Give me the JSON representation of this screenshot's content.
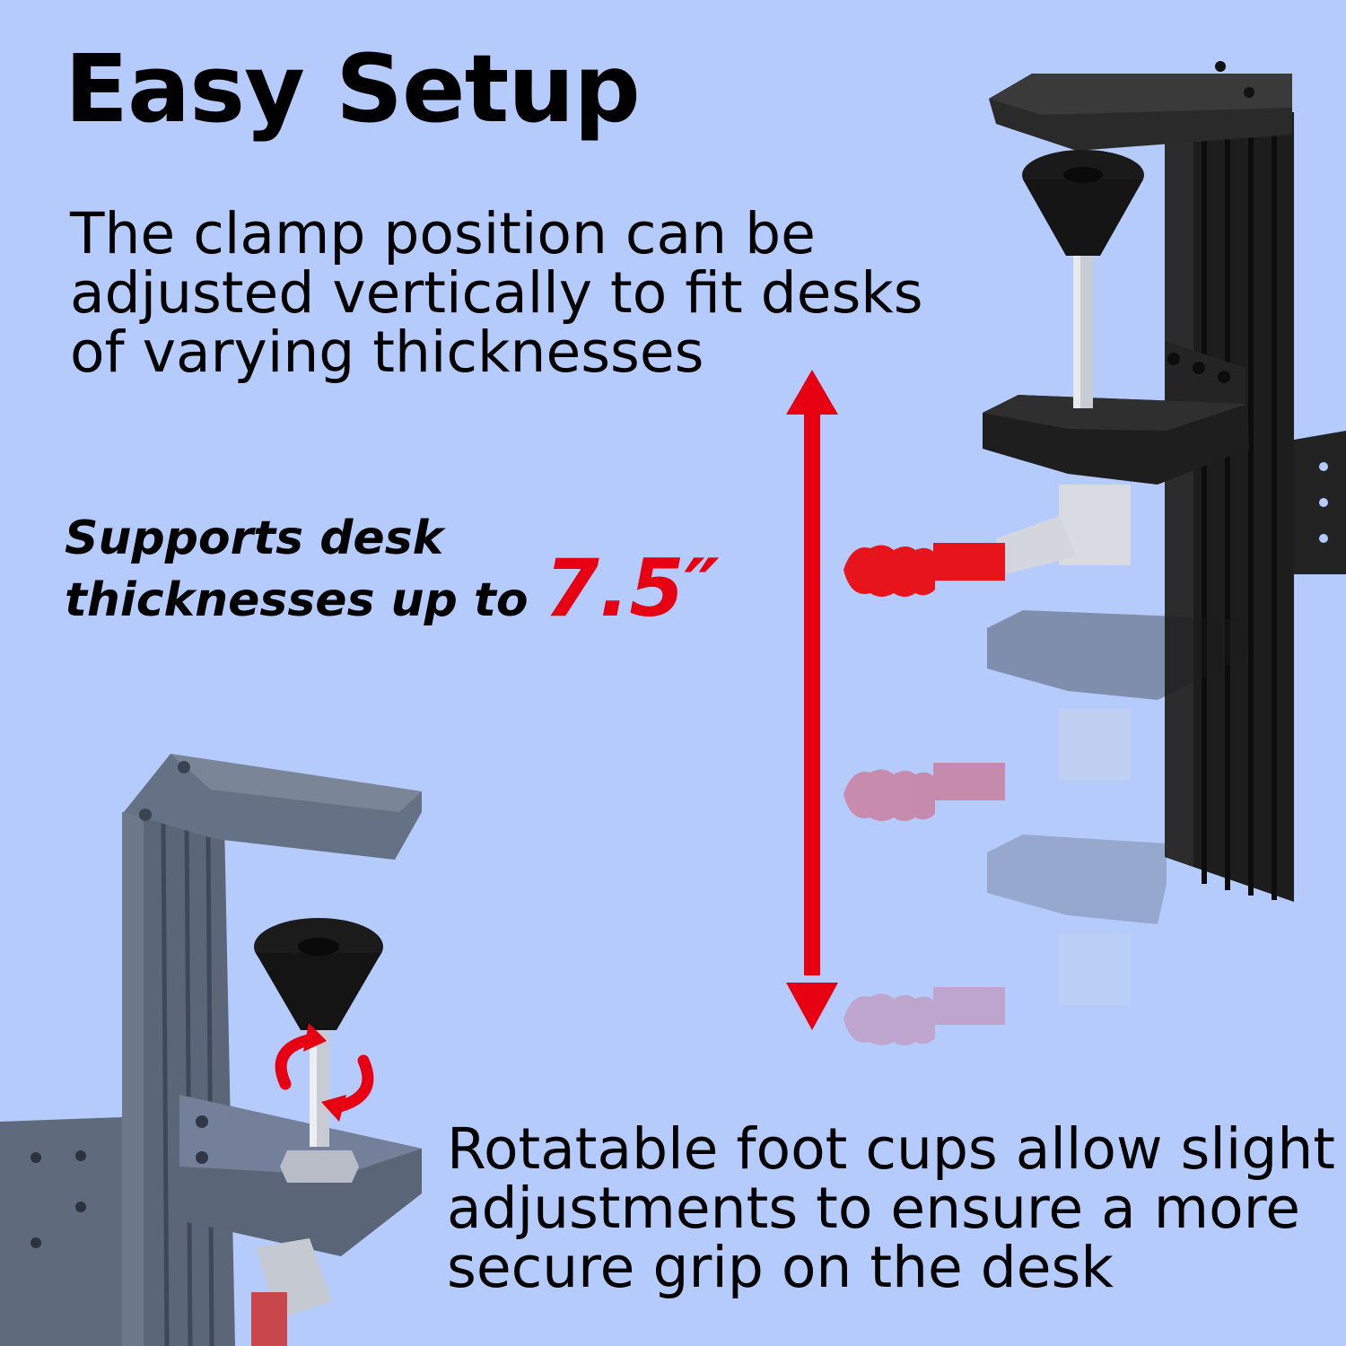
{
  "title": "Easy Setup",
  "description_top": {
    "lines": [
      "The clamp position can be",
      "adjusted vertically to fit desks",
      "of varying thicknesses"
    ]
  },
  "support": {
    "line1": "Supports desk",
    "line2": "thicknesses up to ",
    "max_value": "7.5″"
  },
  "description_bottom": {
    "lines": [
      "Rotatable foot cups allow slight",
      "adjustments to ensure a more",
      "secure grip on the desk"
    ]
  },
  "colors": {
    "background": "#b4cbfb",
    "accent": "#e60012",
    "clamp_dark": "#1c1c1c",
    "clamp_grey": "#5f6b7d",
    "handle": "#e8141c"
  },
  "icons": [
    "vertical-double-arrow-icon",
    "rotate-arrows-icon"
  ]
}
